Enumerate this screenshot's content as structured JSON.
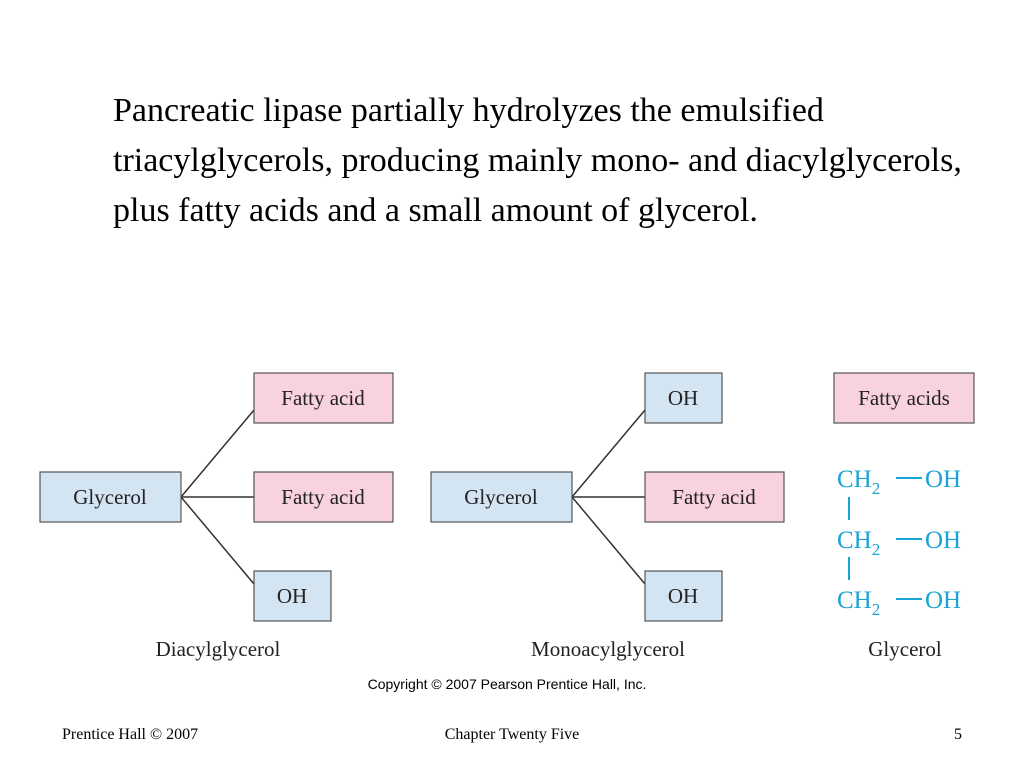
{
  "slide": {
    "body_text": "Pancreatic lipase partially hydrolyzes the emulsified triacylglycerols, producing mainly mono- and diacylglycerols, plus fatty acids and a small amount of glycerol."
  },
  "diagram": {
    "diacylglycerol": {
      "center": "Glycerol",
      "top": "Fatty acid",
      "middle": "Fatty acid",
      "bottom": "OH",
      "caption": "Diacylglycerol"
    },
    "monoacylglycerol": {
      "center": "Glycerol",
      "top": "OH",
      "middle": "Fatty acid",
      "bottom": "OH",
      "caption": "Monoacylglycerol"
    },
    "free_products": {
      "box": "Fatty acids",
      "formula_group": "CH",
      "formula_sub": "2",
      "formula_bond": "—",
      "formula_oh": "OH",
      "formula_vertical": "|",
      "caption": "Glycerol"
    },
    "colors": {
      "glycerol_box": "#d3e4f3",
      "fatty_acid_box": "#f8d2dc",
      "oh_box": "#d3e4f3",
      "line": "#333333",
      "formula": "#1aa3d6"
    }
  },
  "copyright": "Copyright © 2007 Pearson Prentice Hall, Inc.",
  "footer": {
    "left": "Prentice Hall © 2007",
    "center": "Chapter Twenty Five",
    "right": "5"
  }
}
